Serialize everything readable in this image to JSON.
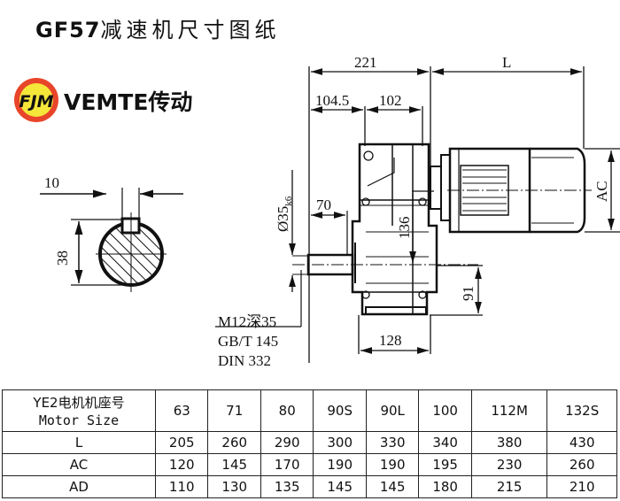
{
  "title": {
    "model": "GF57",
    "text": "减速机尺寸图纸"
  },
  "brand": {
    "name": "VEMTE传动",
    "logo_text": "FJM",
    "logo_ring_color": "#e8452a",
    "logo_fill_color": "#f5e63a"
  },
  "shaft_section": {
    "key_width": "10",
    "height": "38"
  },
  "dimensions": {
    "overall_gear": "221",
    "motor_length": "L",
    "left_offset": "104.5",
    "mid_offset": "102",
    "shaft_diameter": "Ø35",
    "shaft_tolerance": "k6",
    "shaft_length": "70",
    "center_height": "136",
    "foot_height": "91",
    "foot_width": "128",
    "motor_height": "AC"
  },
  "notes": {
    "thread": "M12深35",
    "standard_gb": "GB/T 145",
    "standard_din": "DIN 332"
  },
  "table": {
    "header_cn": "YE2电机机座号",
    "header_en": "Motor Size",
    "sizes": [
      "63",
      "71",
      "80",
      "90S",
      "90L",
      "100",
      "112M",
      "132S"
    ],
    "rows": [
      {
        "label": "L",
        "values": [
          "205",
          "260",
          "290",
          "300",
          "330",
          "340",
          "380",
          "430"
        ]
      },
      {
        "label": "AC",
        "values": [
          "120",
          "145",
          "170",
          "190",
          "190",
          "195",
          "230",
          "260"
        ]
      },
      {
        "label": "AD",
        "values": [
          "110",
          "130",
          "135",
          "145",
          "145",
          "180",
          "215",
          "210"
        ]
      }
    ]
  }
}
